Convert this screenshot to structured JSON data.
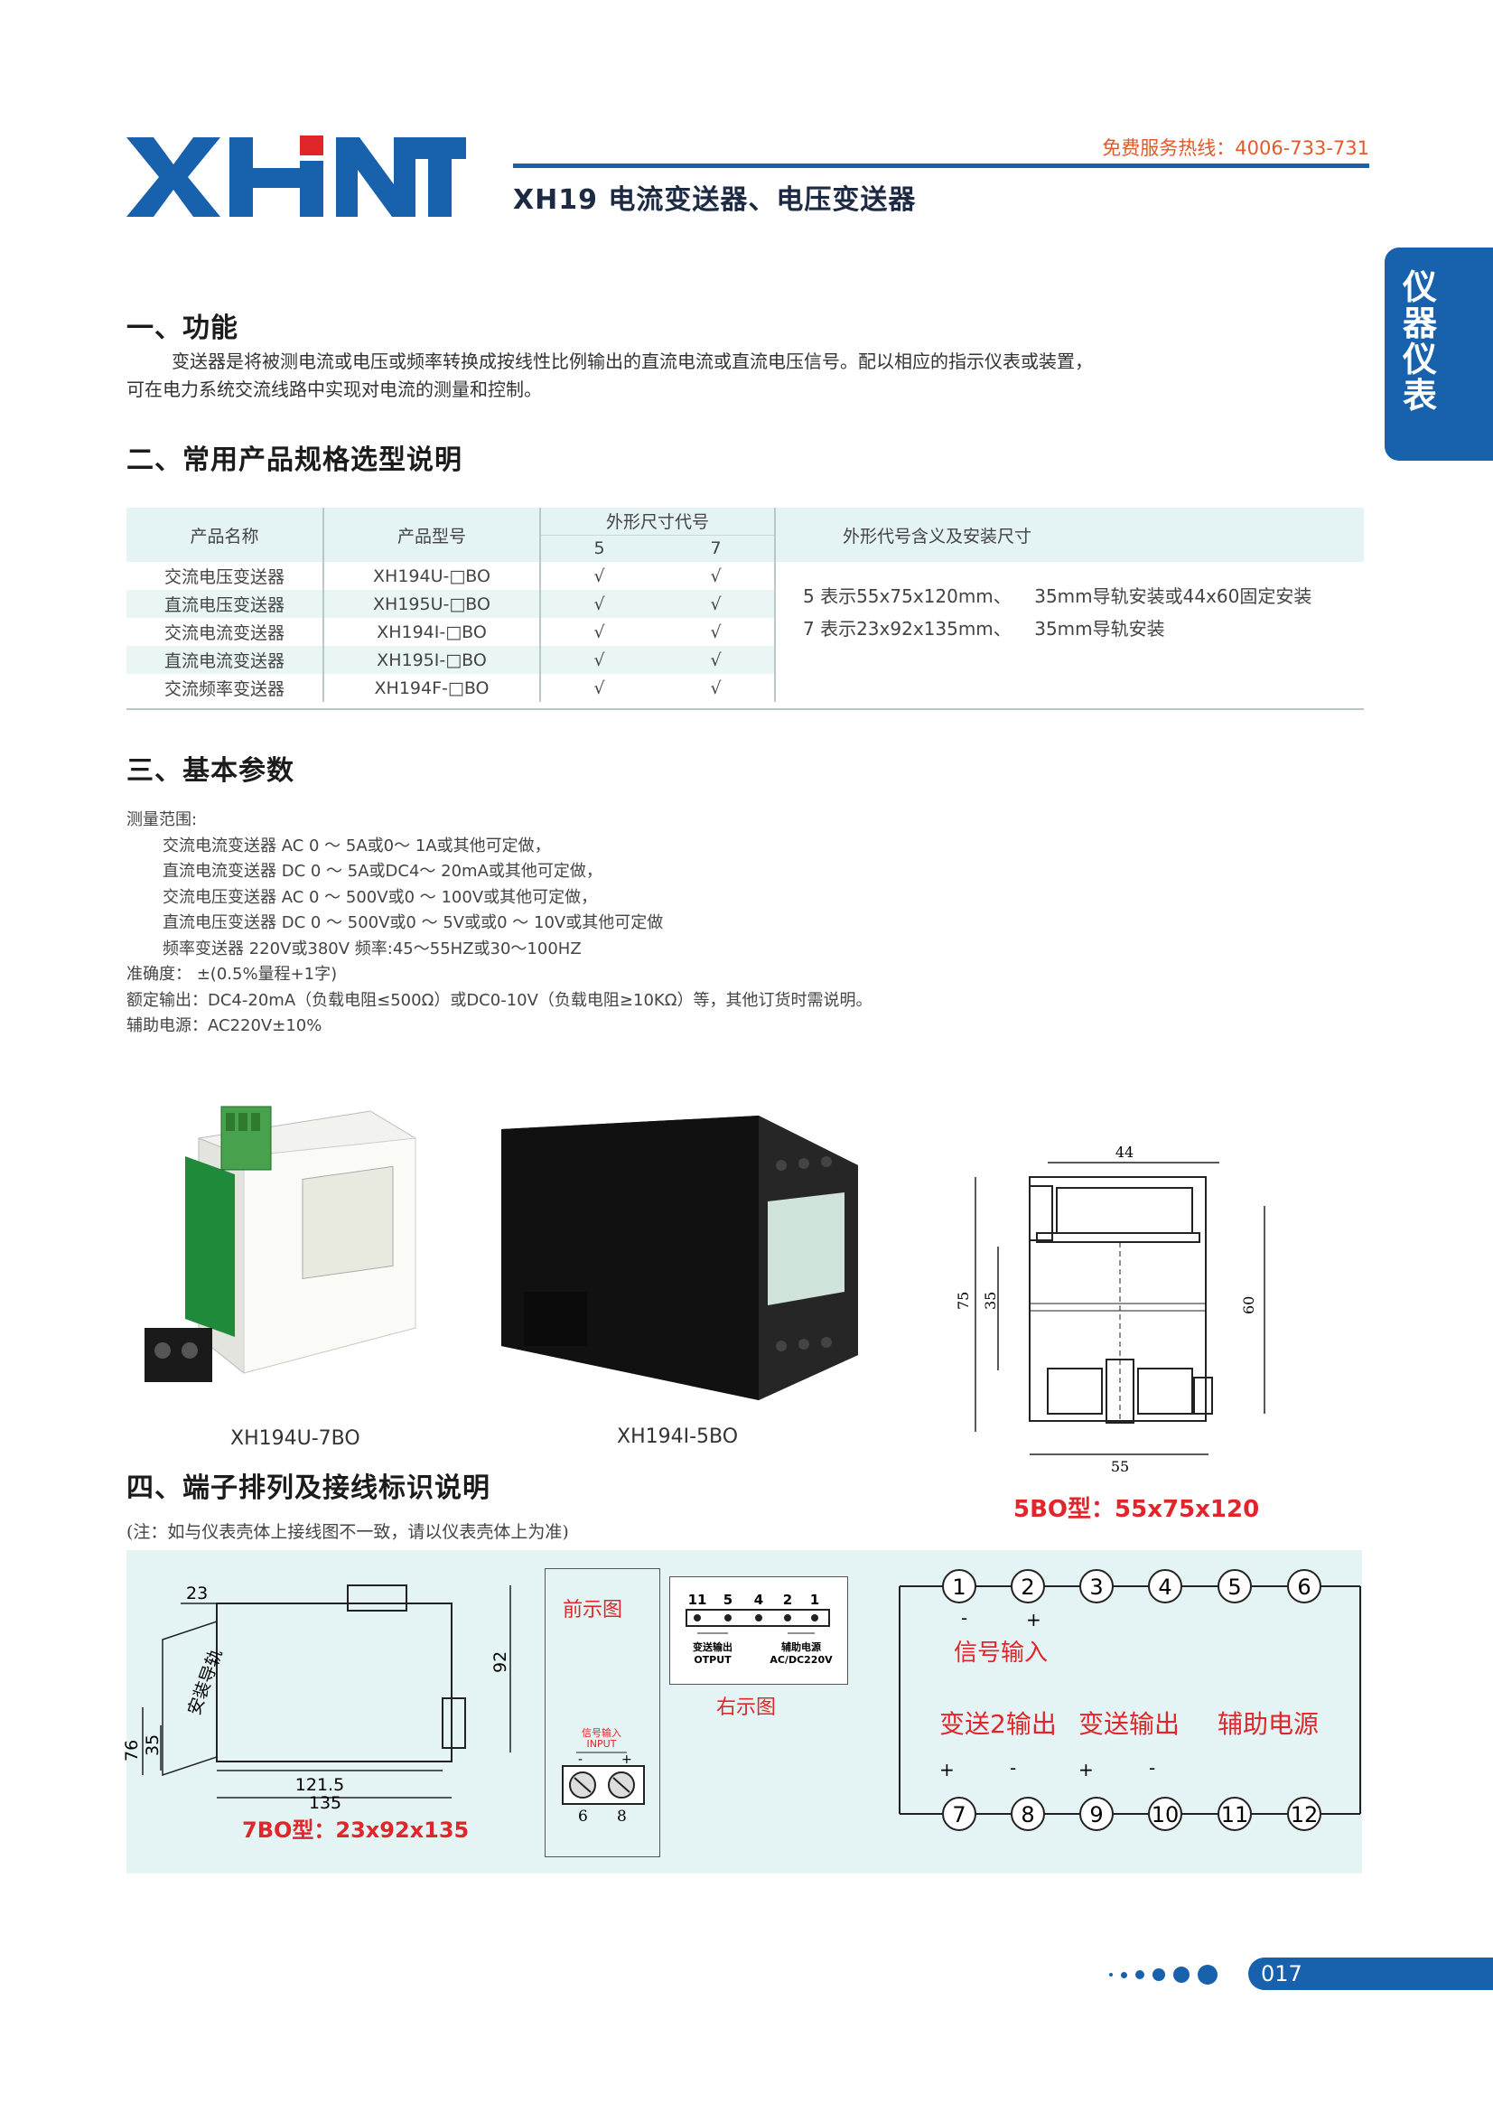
{
  "header": {
    "logo_text": "XHNT",
    "hotline": "免费服务热线：4006-733-731",
    "title": "XH19 电流变送器、电压变送器",
    "side_tab": [
      "仪",
      "器",
      "仪",
      "表"
    ]
  },
  "section1": {
    "title": "一、功能",
    "text_line1": "变送器是将被测电流或电压或频率转换成按线性比例输出的直流电流或直流电压信号。配以相应的指示仪表或装置，",
    "text_line2": "可在电力系统交流线路中实现对电流的测量和控制。"
  },
  "section2": {
    "title": "二、常用产品规格选型说明",
    "headers": {
      "name": "产品名称",
      "model": "产品型号",
      "size_code": "外形尺寸代号",
      "code5": "5",
      "code7": "7",
      "meaning": "外形代号含义及安装尺寸"
    },
    "rows": [
      {
        "name": "交流电压变送器",
        "model": "XH194U-□BO",
        "c5": "√",
        "c7": "√"
      },
      {
        "name": "直流电压变送器",
        "model": "XH195U-□BO",
        "c5": "√",
        "c7": "√"
      },
      {
        "name": "交流电流变送器",
        "model": "XH194I-□BO",
        "c5": "√",
        "c7": "√"
      },
      {
        "name": "直流电流变送器",
        "model": "XH195I-□BO",
        "c5": "√",
        "c7": "√"
      },
      {
        "name": "交流频率变送器",
        "model": "XH194F-□BO",
        "c5": "√",
        "c7": "√"
      }
    ],
    "meaning_line1": "5 表示55x75x120mm、    35mm导轨安装或44x60固定安装",
    "meaning_line2": "7 表示23x92x135mm、    35mm导轨安装"
  },
  "section3": {
    "title": "三、基本参数",
    "lines": [
      {
        "text": "测量范围:",
        "indent": false
      },
      {
        "text": "交流电流变送器 AC 0 ～ 5A或0～ 1A或其他可定做，",
        "indent": true
      },
      {
        "text": "直流电流变送器 DC 0 ～ 5A或DC4～ 20mA或其他可定做，",
        "indent": true
      },
      {
        "text": "交流电压变送器 AC 0 ～ 500V或0 ～ 100V或其他可定做，",
        "indent": true
      },
      {
        "text": "直流电压变送器 DC 0 ～ 500V或0 ～ 5V或或0 ～ 10V或其他可定做",
        "indent": true
      },
      {
        "text": "频率变送器 220V或380V  频率:45～55HZ或30～100HZ",
        "indent": true
      },
      {
        "text": "准确度： ±(0.5%量程+1字)",
        "indent": false
      },
      {
        "text": "额定输出：DC4-20mA（负载电阻≤500Ω）或DC0-10V（负载电阻≥10KΩ）等，其他订货时需说明。",
        "indent": false
      },
      {
        "text": "辅助电源：AC220V±10%",
        "indent": false
      }
    ]
  },
  "photos": {
    "cap1": "XH194U-7BO",
    "cap2": "XH194I-5BO",
    "dim5_caption": "5BO型：55x75x120",
    "dim5": {
      "w44": "44",
      "h75": "75",
      "h35": "35",
      "h60": "60",
      "w55": "55"
    }
  },
  "section4": {
    "title": "四、端子排列及接线标识说明",
    "note": "(注：如与仪表壳体上接线图不一致，请以仪表壳体上为准)",
    "dim7": {
      "d23": "23",
      "d92": "92",
      "d76": "76",
      "d35": "35",
      "d1215": "121.5",
      "d135": "135",
      "rail": "安装导轨"
    },
    "dim7_caption": "7BO型：23x92x135",
    "front_view": "前示图",
    "right_view": "右示图",
    "front_terms": {
      "label1": "信号输入",
      "label2": "INPUT",
      "minus": "-",
      "plus": "+",
      "t6": "6",
      "t8": "8"
    },
    "right_terms": {
      "nums": [
        "11",
        "5",
        "4",
        "2",
        "1"
      ],
      "out_label": "变送输出",
      "out_en": "OTPUT",
      "aux_label": "辅助电源",
      "aux_en": "AC/DC220V"
    },
    "top_terminals": [
      "1",
      "2",
      "3",
      "4",
      "5",
      "6"
    ],
    "bottom_terminals": [
      "7",
      "8",
      "9",
      "10",
      "11",
      "12"
    ],
    "signal_input": "信号输入",
    "sig_minus": "-",
    "sig_plus": "+",
    "out2": "变送2输出",
    "out1": "变送输出",
    "aux": "辅助电源",
    "pm": [
      "+",
      "-",
      "+",
      "-"
    ]
  },
  "footer": {
    "page": "017"
  },
  "colors": {
    "brand_blue": "#1862ad",
    "accent_red": "#e0262a",
    "table_bg": "#e4f3f3"
  }
}
